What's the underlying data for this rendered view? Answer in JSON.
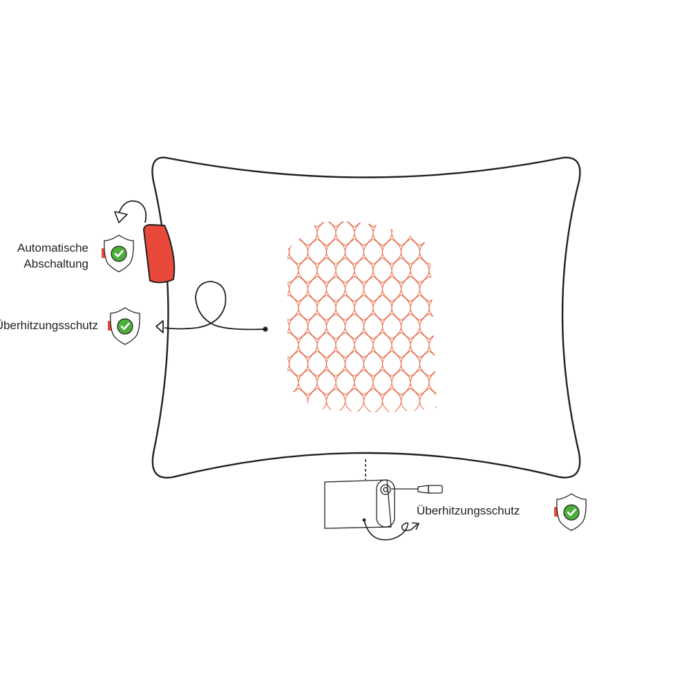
{
  "labels": {
    "auto_shutoff_line1": "Automatische",
    "auto_shutoff_line2": "Abschaltung",
    "overheat_left": "Überhitzungsschutz",
    "overheat_right": "Überhitzungsschutz"
  },
  "icons": {
    "shield": "shield-check-icon",
    "arrow": "curved-arrow-icon",
    "pillow": "pillow-outline",
    "heating_grid": "heating-element-grid",
    "controller": "controller-box-icon",
    "plug": "plug-icon"
  },
  "colors": {
    "outline": "#1f1f1f",
    "accent_red": "#e8493a",
    "check_green": "#4caf3b",
    "grid_orange": "#e8714f",
    "background": "#ffffff"
  }
}
